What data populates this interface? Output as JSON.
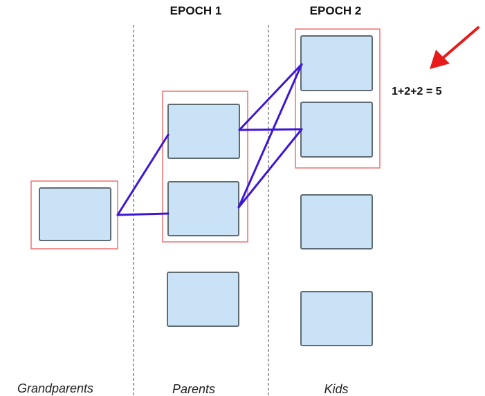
{
  "epochs": [
    {
      "label": "EPOCH 1"
    },
    {
      "label": "EPOCH 2"
    }
  ],
  "columns": [
    {
      "id": "grandparents",
      "label": "Grandparents",
      "node_count": 1,
      "selected_nodes": [
        0
      ]
    },
    {
      "id": "parents",
      "label": "Parents",
      "node_count": 3,
      "selected_nodes": [
        0,
        1
      ]
    },
    {
      "id": "kids",
      "label": "Kids",
      "node_count": 4,
      "selected_nodes": [
        0,
        1
      ]
    }
  ],
  "edges": [
    {
      "from": "grandparents.0",
      "to": "parents.0"
    },
    {
      "from": "grandparents.0",
      "to": "parents.1"
    },
    {
      "from": "parents.0",
      "to": "kids.0"
    },
    {
      "from": "parents.0",
      "to": "kids.1"
    },
    {
      "from": "parents.1",
      "to": "kids.0"
    },
    {
      "from": "parents.1",
      "to": "kids.1"
    }
  ],
  "annotation": {
    "formula": "1+2+2 = 5",
    "arrow_icon": "red-arrow-pointing-down-left"
  },
  "colors": {
    "node_fill": "#c9e2f5",
    "node_stroke": "#5f6b72",
    "selection_frame": "#f07a7a",
    "edge": "#3d16d6",
    "arrow": "#e81a1a",
    "divider": "#777777"
  }
}
